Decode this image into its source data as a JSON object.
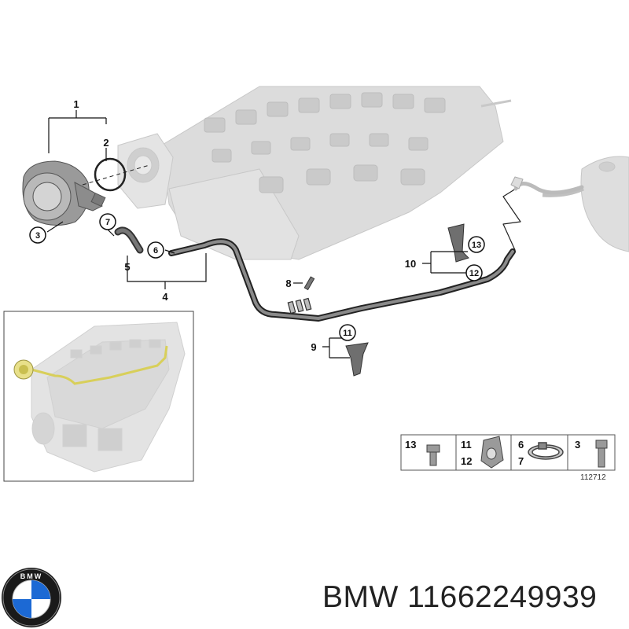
{
  "callouts": {
    "c1": "1",
    "c2": "2",
    "c3": "3",
    "c4": "4",
    "c5": "5",
    "c6": "6",
    "c7": "7",
    "c8": "8",
    "c9": "9",
    "c10": "10",
    "c11": "11",
    "c12": "12",
    "c13": "13"
  },
  "legend": {
    "cell1": {
      "top": "13"
    },
    "cell2": {
      "top": "11",
      "bottom": "12"
    },
    "cell3": {
      "top": "6",
      "bottom": "7"
    },
    "cell4": {
      "top": "3"
    },
    "diagram_number": "112712"
  },
  "footer": {
    "brand": "BMW",
    "part_number": "11662249939",
    "logo_letters": "BMW"
  },
  "colors": {
    "line": "#222222",
    "engine_gray": "#d9d9d9",
    "highlight": "#e8e08a",
    "bmw_blue": "#1c69d4"
  }
}
